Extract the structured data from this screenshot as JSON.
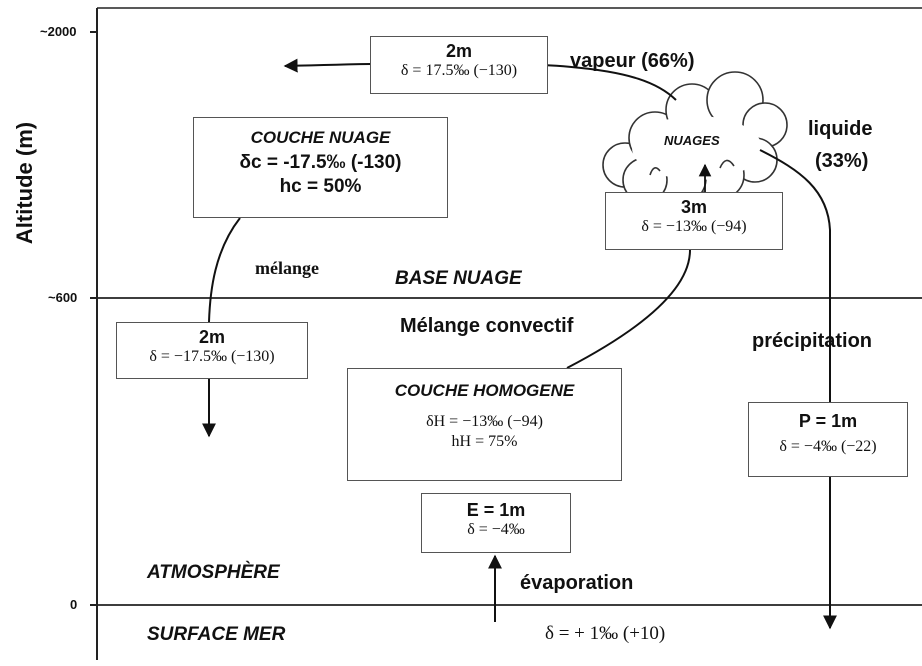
{
  "axis": {
    "ylabel": "Altitude (m)",
    "ticks": [
      "~2000",
      "~600",
      "0"
    ]
  },
  "boxes": {
    "top_vapour": {
      "line1": "2m",
      "line2": "δ = 17.5‰ (−130)"
    },
    "cloud_layer": {
      "title": "COUCHE  NUAGE",
      "line1": "δc = -17.5‰  (-130)",
      "line2": "hc = 50%"
    },
    "cloud_3m": {
      "line1": "3m",
      "line2": "δ = −13‰ (−94)"
    },
    "left_2m": {
      "line1": "2m",
      "line2": "δ = −17.5‰ (−130)"
    },
    "homogeneous": {
      "title": "COUCHE HOMOGENE",
      "line1": "δH = −13‰ (−94)",
      "line2": "hH = 75%"
    },
    "evaporation": {
      "line1": "E = 1m",
      "line2": "δ = −4‰"
    },
    "precipitation": {
      "line1": "P = 1m",
      "line2": "δ = −4‰ (−22)"
    }
  },
  "labels": {
    "vapeur": "vapeur (66%)",
    "liquide_1": "liquide",
    "liquide_2": "(33%)",
    "nuages": "NUAGES",
    "melange": "mélange",
    "base_nuage": "BASE NUAGE",
    "melange_convectif": "Mélange convectif",
    "precipitation": "précipitation",
    "atmosphere": "ATMOSPHÈRE",
    "evaporation": "évaporation",
    "surface_mer": "SURFACE MER",
    "surface_delta": "δ = + 1‰ (+10)"
  }
}
